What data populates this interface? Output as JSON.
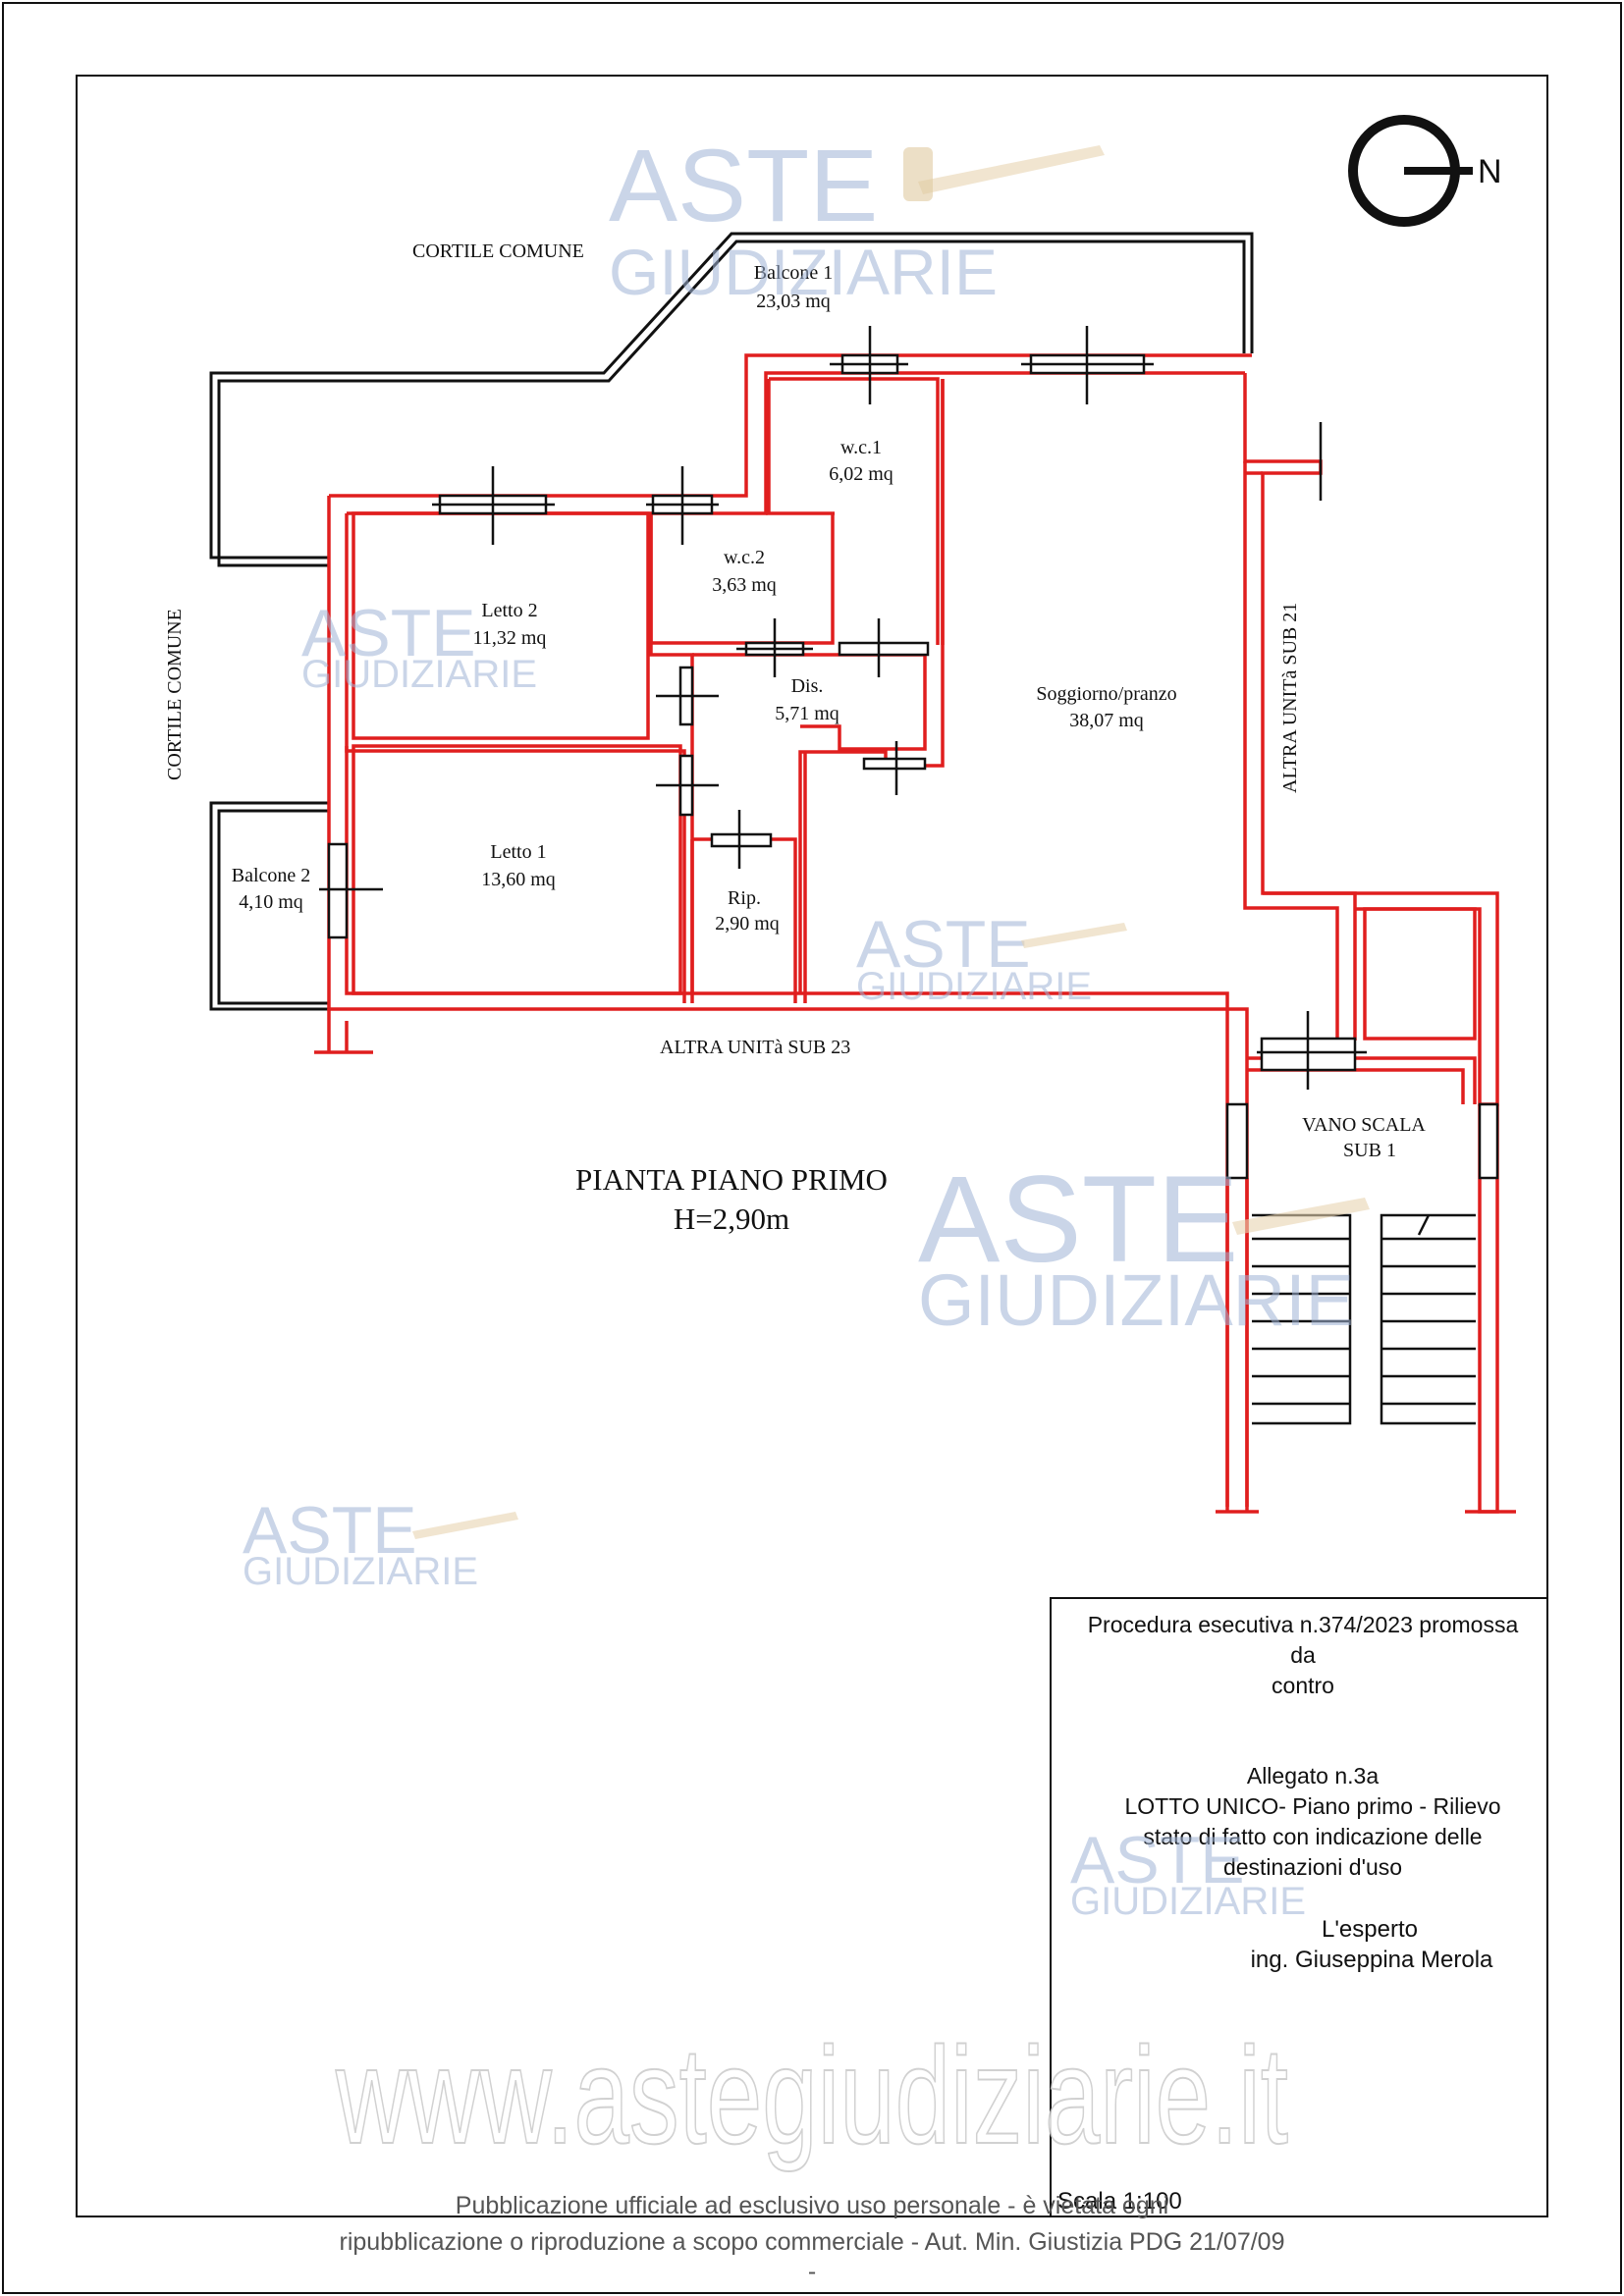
{
  "labels": {
    "cortile_top": "CORTILE COMUNE",
    "cortile_left": "CORTILE COMUNE",
    "altra_sub21": "ALTRA UNITà SUB 21",
    "altra_sub23": "ALTRA UNITà SUB 23",
    "north": "N"
  },
  "rooms": {
    "balcone1": {
      "name": "Balcone 1",
      "area": "23,03 mq"
    },
    "wc1": {
      "name": "w.c.1",
      "area": "6,02 mq"
    },
    "wc2": {
      "name": "w.c.2",
      "area": "3,63 mq"
    },
    "letto2": {
      "name": "Letto 2",
      "area": "11,32 mq"
    },
    "dis": {
      "name": "Dis.",
      "area": "5,71 mq"
    },
    "soggiorno": {
      "name": "Soggiorno/pranzo",
      "area": "38,07 mq"
    },
    "letto1": {
      "name": "Letto 1",
      "area": "13,60 mq"
    },
    "balcone2": {
      "name": "Balcone 2",
      "area": "4,10 mq"
    },
    "rip": {
      "name": "Rip.",
      "area": "2,90 mq"
    },
    "vano_scala": {
      "line1": "VANO SCALA",
      "line2": "SUB 1"
    }
  },
  "plan_title": {
    "line1": "PIANTA PIANO PRIMO",
    "line2": "H=2,90m"
  },
  "title_block": {
    "line1": "Procedura esecutiva n.374/2023 promossa",
    "line2": "da",
    "line3": "contro",
    "line4": "Allegato n.3a",
    "line5": "LOTTO UNICO- Piano primo - Rilievo",
    "line6": "stato di fatto con indicazione delle",
    "line7": "destinazioni d'uso",
    "line8": "L'esperto",
    "line9": "ing. Giuseppina Merola",
    "scale": "Scala 1:100"
  },
  "watermark": {
    "brand_top": "ASTE",
    "brand_bottom": "GIUDIZIARIE",
    "url": "www.astegiudiziarie.it"
  },
  "footer": {
    "line1": "Pubblicazione ufficiale ad esclusivo uso personale - è vietata ogni",
    "line2": "ripubblicazione o riproduzione a scopo commerciale - Aut. Min. Giustizia PDG 21/07/09",
    "line3": "-"
  },
  "colors": {
    "wall": "#e01e1e",
    "outline": "#111111",
    "watermark": "#9fb4d6"
  }
}
